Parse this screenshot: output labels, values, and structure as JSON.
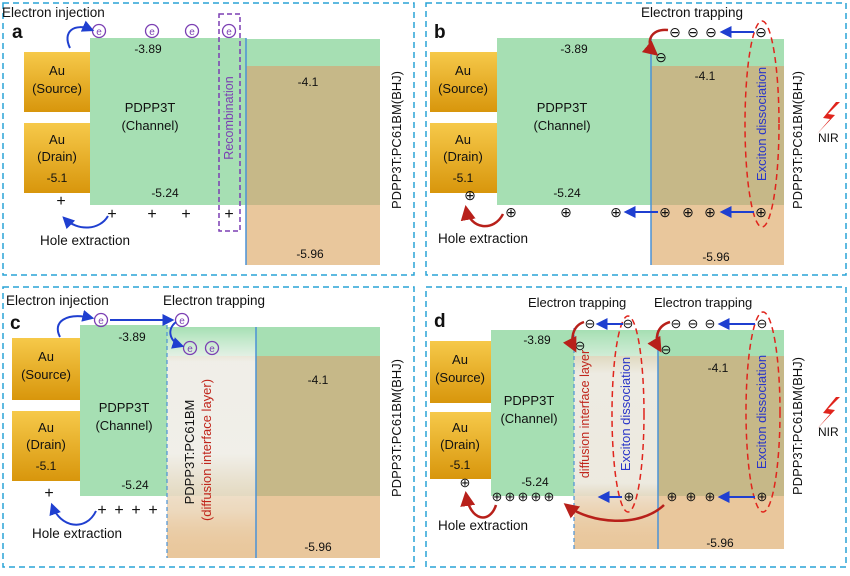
{
  "colors": {
    "border": "#29a3d6",
    "gold_top": "#f2c13a",
    "gold_bottom": "#d99a10",
    "green": "#a6dfb3",
    "olive": "#c6b888",
    "tan": "#e9c79c",
    "divider": "#4b92d6",
    "purple": "#7b3fb3",
    "blue_arrow": "#1f3fd0",
    "red_arrow": "#b8201a",
    "red_dash": "#e0241c",
    "dark_red": "#c0261c",
    "exciton_text": "#2a36c8"
  },
  "panels": [
    {
      "letter": "a",
      "top_label": "Electron injection",
      "bottom_label": "Hole extraction",
      "source_line1": "Au",
      "source_line2": "(Source)",
      "drain_line1": "Au",
      "drain_line2": "(Drain)",
      "drain_value": "-5.1",
      "channel_line1": "PDPP3T",
      "channel_line2": "(Channel)",
      "lumo_channel": "-3.89",
      "homo_channel": "-5.24",
      "lumo_bhj": "-4.1",
      "homo_bhj": "-5.96",
      "recombination": "Recombination",
      "electron_glyph": "e",
      "hole_glyph": "+",
      "bhj_label": "PDPP3T:PC61BM(BHJ)"
    },
    {
      "letter": "b",
      "top_label": "Electron trapping",
      "bottom_label": "Hole extraction",
      "source_line1": "Au",
      "source_line2": "(Source)",
      "drain_line1": "Au",
      "drain_line2": "(Drain)",
      "drain_value": "-5.1",
      "channel_line1": "PDPP3T",
      "channel_line2": "(Channel)",
      "lumo_channel": "-3.89",
      "homo_channel": "-5.24",
      "lumo_bhj": "-4.1",
      "homo_bhj": "-5.96",
      "exciton": "Exciton dissociation",
      "nir": "NIR",
      "minus_glyph": "⊖",
      "plus_glyph": "⊕",
      "bhj_label": "PDPP3T:PC61BM(BHJ)"
    },
    {
      "letter": "c",
      "top_label": "Electron injection",
      "top_label2": "Electron trapping",
      "bottom_label": "Hole extraction",
      "source_line1": "Au",
      "source_line2": "(Source)",
      "drain_line1": "Au",
      "drain_line2": "(Drain)",
      "drain_value": "-5.1",
      "channel_line1": "PDPP3T",
      "channel_line2": "(Channel)",
      "lumo_channel": "-3.89",
      "homo_channel": "-5.24",
      "lumo_bhj": "-4.1",
      "homo_bhj": "-5.96",
      "interface_line1": "PDPP3T:PC61BM",
      "interface_line2": "(diffusion interface layer)",
      "electron_glyph": "e",
      "hole_glyph": "+",
      "bhj_label": "PDPP3T:PC61BM(BHJ)"
    },
    {
      "letter": "d",
      "top_label": "Electron trapping",
      "top_label2": "Electron trapping",
      "bottom_label": "Hole extraction",
      "source_line1": "Au",
      "source_line2": "(Source)",
      "drain_line1": "Au",
      "drain_line2": "(Drain)",
      "drain_value": "-5.1",
      "channel_line1": "PDPP3T",
      "channel_line2": "(Channel)",
      "lumo_channel": "-3.89",
      "homo_channel": "-5.24",
      "lumo_bhj": "-4.1",
      "homo_bhj": "-5.96",
      "interface": "diffusion interface layer",
      "exciton": "Exciton dissociation",
      "nir": "NIR",
      "minus_glyph": "⊖",
      "plus_glyph": "⊕",
      "bhj_label": "PDPP3T:PC61BM(BHJ)"
    }
  ]
}
